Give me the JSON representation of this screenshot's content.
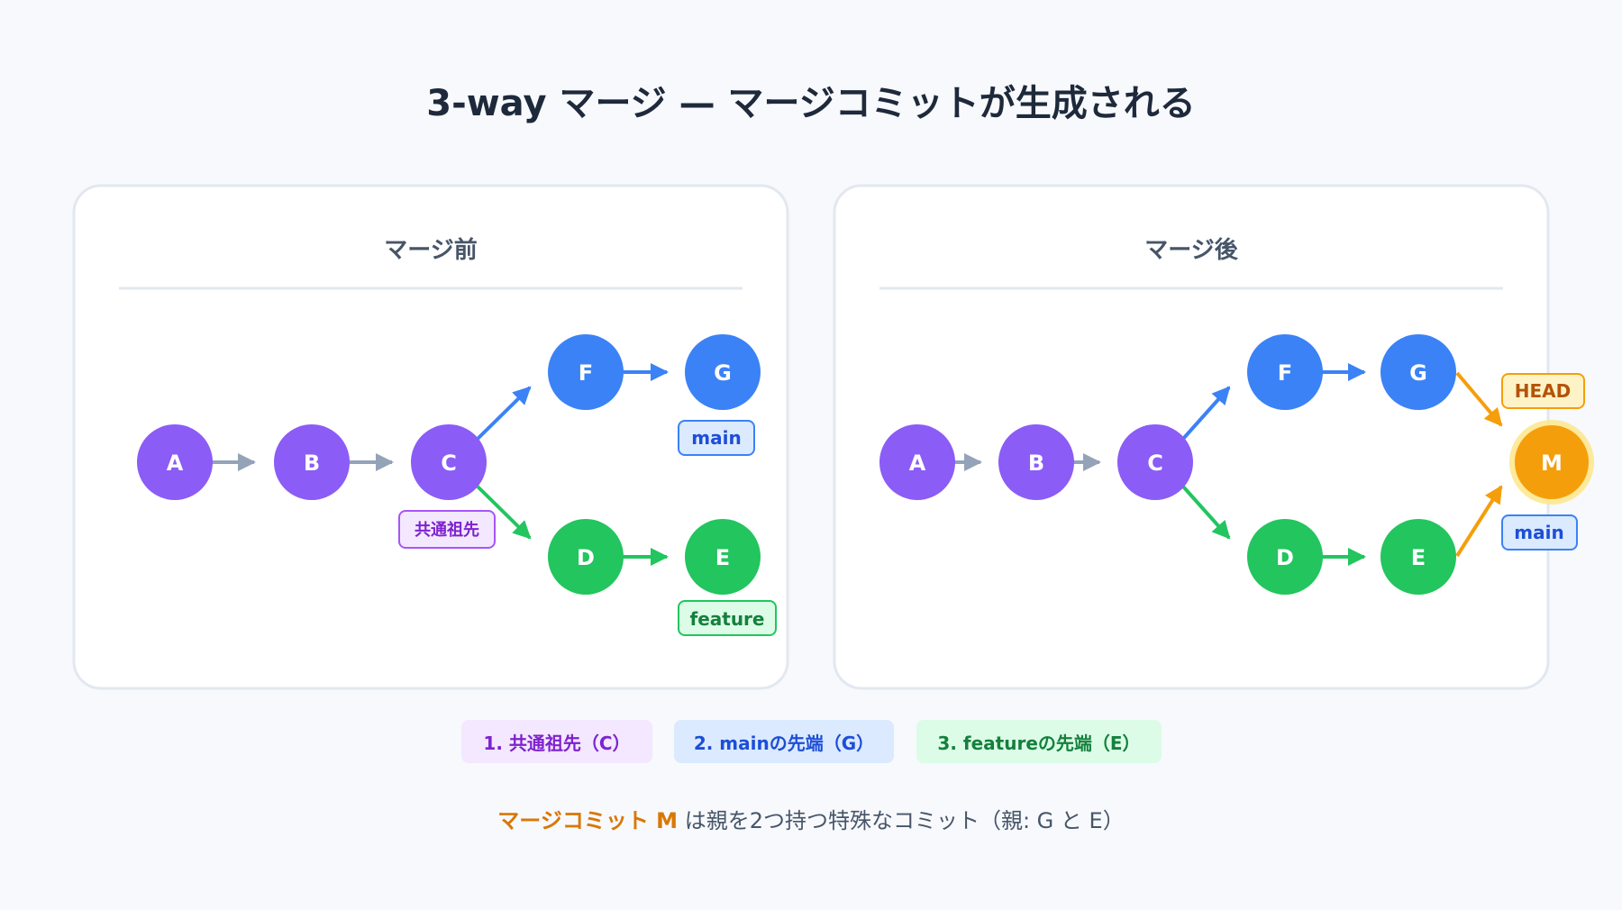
{
  "title": "3-way マージ — マージコミットが生成される",
  "panels": {
    "before": {
      "title": "マージ前",
      "commits": [
        "A",
        "B",
        "C",
        "F",
        "G",
        "D",
        "E"
      ],
      "labels": {
        "ancestor": "共通祖先",
        "main": "main",
        "feature": "feature"
      }
    },
    "after": {
      "title": "マージ後",
      "commits": [
        "A",
        "B",
        "C",
        "F",
        "G",
        "D",
        "E",
        "M"
      ],
      "labels": {
        "head": "HEAD",
        "main": "main"
      }
    }
  },
  "legend": {
    "ancestor": "1. 共通祖先（C）",
    "main_tip": "2. mainの先端（G）",
    "feature_tip": "3. featureの先端（E）"
  },
  "note": {
    "strong": "マージコミット M",
    "text": " は親を2つ持つ特殊なコミット（親: G と E）"
  },
  "colors": {
    "purple": "#8b5cf6",
    "blue": "#3b82f6",
    "green": "#22c55e",
    "orange": "#f59e0b",
    "gray_arrow": "#94a3b8"
  }
}
